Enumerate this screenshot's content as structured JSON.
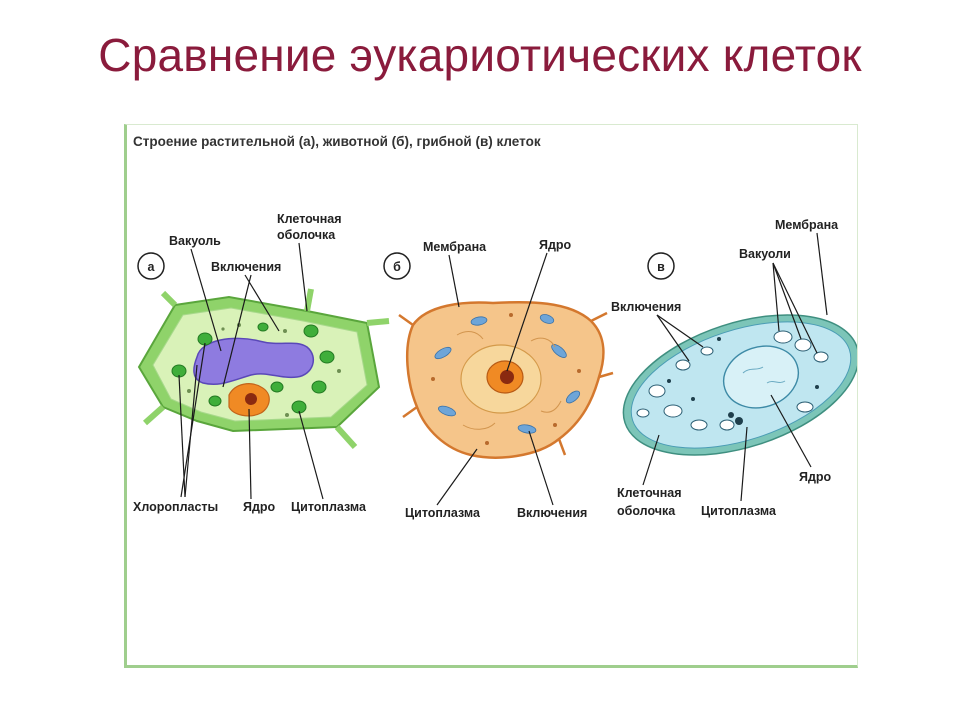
{
  "slide": {
    "title": "Сравнение эукариотических клеток"
  },
  "figure": {
    "caption": "Строение растительной (а), животной (б), грибной (в) клеток",
    "colors": {
      "plant_wall": "#8fd36a",
      "plant_cytoplasm": "#d9f2b8",
      "vacuole": "#8e7be0",
      "nucleus": "#f08a24",
      "chloroplast": "#3fae3a",
      "animal_cytoplasm": "#f5c58a",
      "animal_membrane": "#d4782e",
      "fungal_cytoplasm": "#bfe6f0",
      "fungal_wall": "#7cc5b8"
    },
    "cells": {
      "plant": {
        "letter": "а",
        "labels": {
          "vacuole": "Вакуоль",
          "wall_line1": "Клеточная",
          "wall_line2": "оболочка",
          "inclusions": "Включения",
          "chloroplasts": "Хлоропласты",
          "nucleus": "Ядро",
          "cytoplasm": "Цитоплазма"
        }
      },
      "animal": {
        "letter": "б",
        "labels": {
          "membrane": "Мембрана",
          "nucleus": "Ядро",
          "cytoplasm": "Цитоплазма",
          "inclusions": "Включения"
        }
      },
      "fungal": {
        "letter": "в",
        "labels": {
          "membrane": "Мембрана",
          "vacuoles": "Вакуоли",
          "inclusions": "Включения",
          "wall_line1": "Клеточная",
          "wall_line2": "оболочка",
          "cytoplasm": "Цитоплазма",
          "nucleus": "Ядро"
        }
      }
    }
  }
}
